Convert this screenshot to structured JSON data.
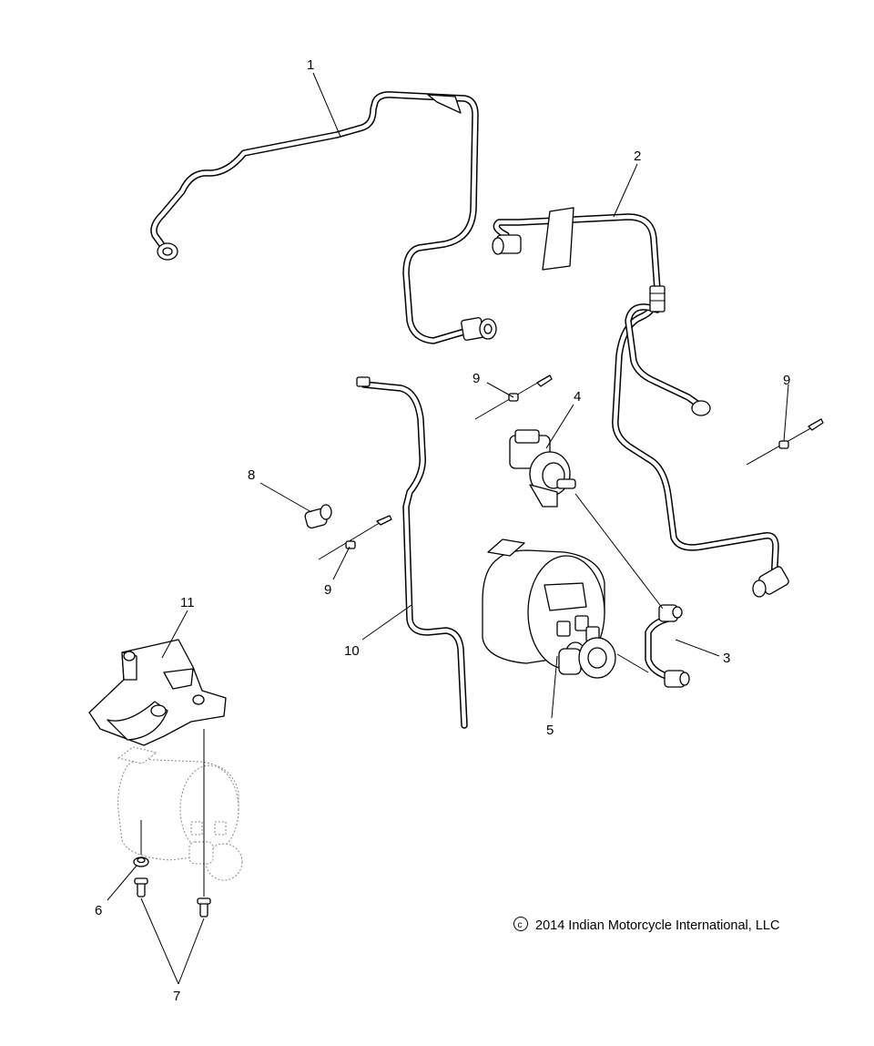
{
  "callouts": {
    "c1": "1",
    "c2": "2",
    "c3": "3",
    "c4": "4",
    "c5": "5",
    "c6": "6",
    "c7": "7",
    "c8": "8",
    "c9a": "9",
    "c9b": "9",
    "c9c": "9",
    "c10": "10",
    "c11": "11"
  },
  "copyright": {
    "symbol": "©",
    "text": "2014 Indian Motorcycle International, LLC"
  }
}
